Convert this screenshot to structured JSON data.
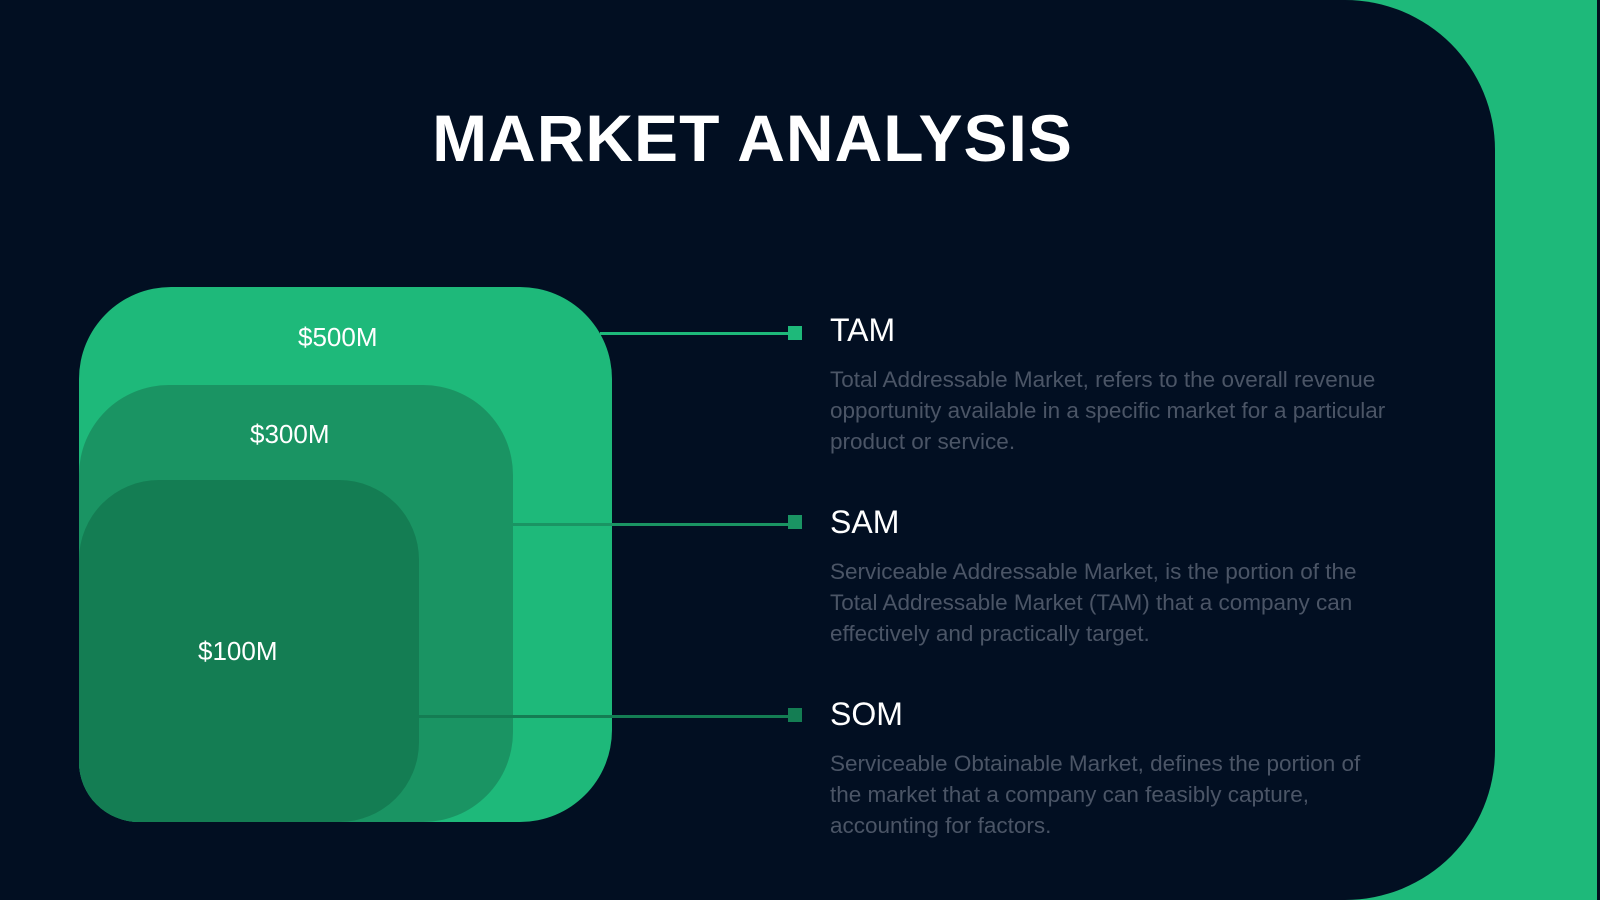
{
  "title": "MARKET ANALYSIS",
  "colors": {
    "background": "#020f22",
    "accent": "#1eb97a",
    "tam": "#1eb97a",
    "sam": "#1a9463",
    "som": "#147d53",
    "desc_text": "#4b5566"
  },
  "markets": [
    {
      "key": "TAM",
      "value": "$500M",
      "description": "Total Addressable Market, refers to the overall revenue opportunity available in a specific market for a particular product or service."
    },
    {
      "key": "SAM",
      "value": "$300M",
      "description": "Serviceable Addressable Market, is the portion of the Total Addressable Market (TAM) that a company can effectively and practically target."
    },
    {
      "key": "SOM",
      "value": "$100M",
      "description": "Serviceable Obtainable Market, defines the portion of the market that a company can feasibly capture, accounting for factors."
    }
  ]
}
